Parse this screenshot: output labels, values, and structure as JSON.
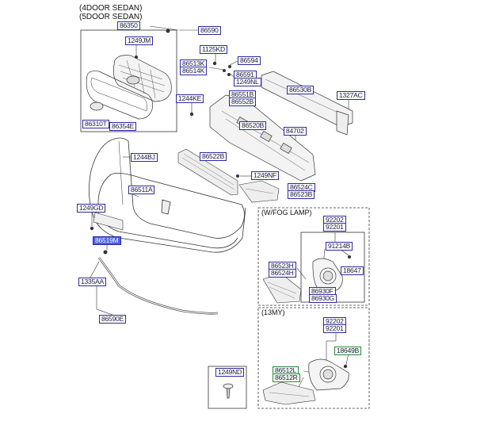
{
  "header": {
    "line1": "(4DOOR SEDAN)",
    "line2": "(5DOOR SEDAN)"
  },
  "sections": {
    "fog_lamp": "(W/FOG LAMP)",
    "my13": "(13MY)"
  },
  "parts": {
    "p86350": "86350",
    "p86590": "86590",
    "p1249JM": "1249JM",
    "p1125KD": "1125KD",
    "p86594": "86594",
    "p86513K": "86513K",
    "p86514K": "86514K",
    "p86591": "86591",
    "p1249NL": "1249NL",
    "p86530B": "86530B",
    "p1327AC": "1327AC",
    "p1244KE": "1244KE",
    "p86551B": "86551B",
    "p86552B": "86552B",
    "p86310T": "86310T",
    "p86354E": "86354E",
    "p86520B": "86520B",
    "p84702": "84702",
    "p1244BJ": "1244BJ",
    "p86522B": "86522B",
    "p1249NF": "1249NF",
    "p86511A": "86511A",
    "p86524C": "86524C",
    "p86523B": "86523B",
    "p1249GD": "1249GD",
    "p86519M": "86519M",
    "p1335AA": "1335AA",
    "p86590E": "86590E",
    "fog_92202": "92202",
    "fog_92201": "92201",
    "fog_91214B": "91214B",
    "fog_18647": "18647",
    "fog_86523H": "86523H",
    "fog_86524H": "86524H",
    "fog_86930F": "86930F",
    "fog_86930G": "86930G",
    "my_92202": "92202",
    "my_92201": "92201",
    "my_18649B": "18649B",
    "my_86512L": "86512L",
    "my_86512R": "86512R",
    "p1249ND": "1249ND"
  },
  "colors": {
    "label_border": "#2a2aa0",
    "highlight": "#4a5ef0",
    "green_border": "#2a8a3a",
    "line": "#333333"
  }
}
